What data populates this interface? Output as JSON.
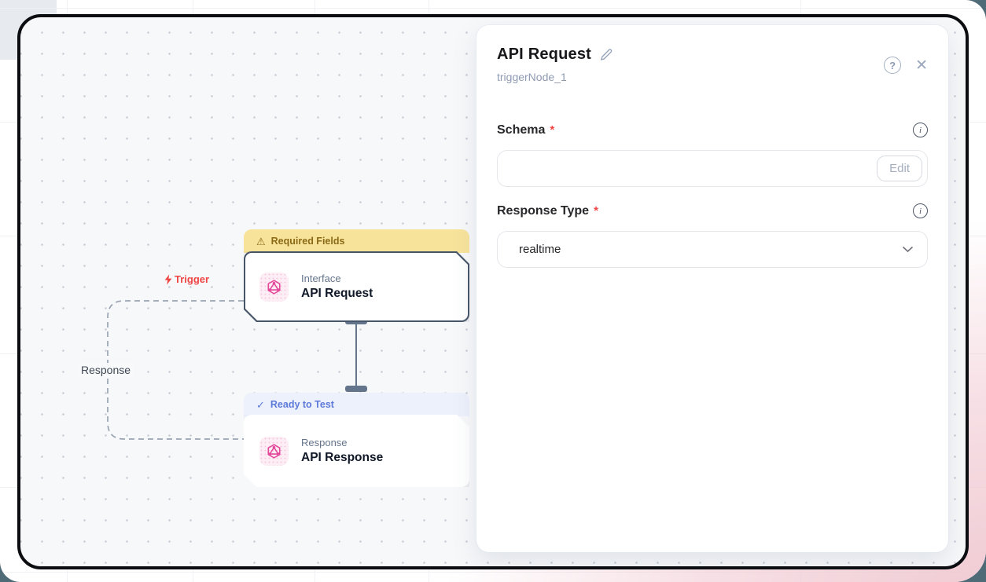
{
  "canvas": {
    "trigger_label": "Trigger",
    "edge_label": "Response",
    "nodes": [
      {
        "banner": "Required Fields",
        "banner_icon": "warning",
        "category": "Interface",
        "title": "API Request"
      },
      {
        "banner": "Ready to Test",
        "banner_icon": "check",
        "category": "Response",
        "title": "API Response"
      }
    ]
  },
  "panel": {
    "title": "API Request",
    "subtitle": "triggerNode_1",
    "help_glyph": "?",
    "close_glyph": "✕",
    "fields": [
      {
        "label": "Schema",
        "required_mark": "*",
        "value": "",
        "action_label": "Edit"
      },
      {
        "label": "Response Type",
        "required_mark": "*",
        "value": "realtime"
      }
    ],
    "info_glyph": "i"
  },
  "glyphs": {
    "warning": "⚠",
    "check": "✓"
  },
  "colors": {
    "accent_pink": "#e4489b",
    "trigger_red": "#ef4444",
    "banner_warn_bg": "#f8e39b",
    "banner_warn_text": "#8a6a16",
    "banner_ready_bg": "#edf1fc",
    "banner_ready_text": "#5e7ad9",
    "edge_gray": "#94a3b8",
    "connector_slate": "#64748b",
    "canvas_bg": "#f7f8fa",
    "frame_border": "#0b0d10"
  }
}
